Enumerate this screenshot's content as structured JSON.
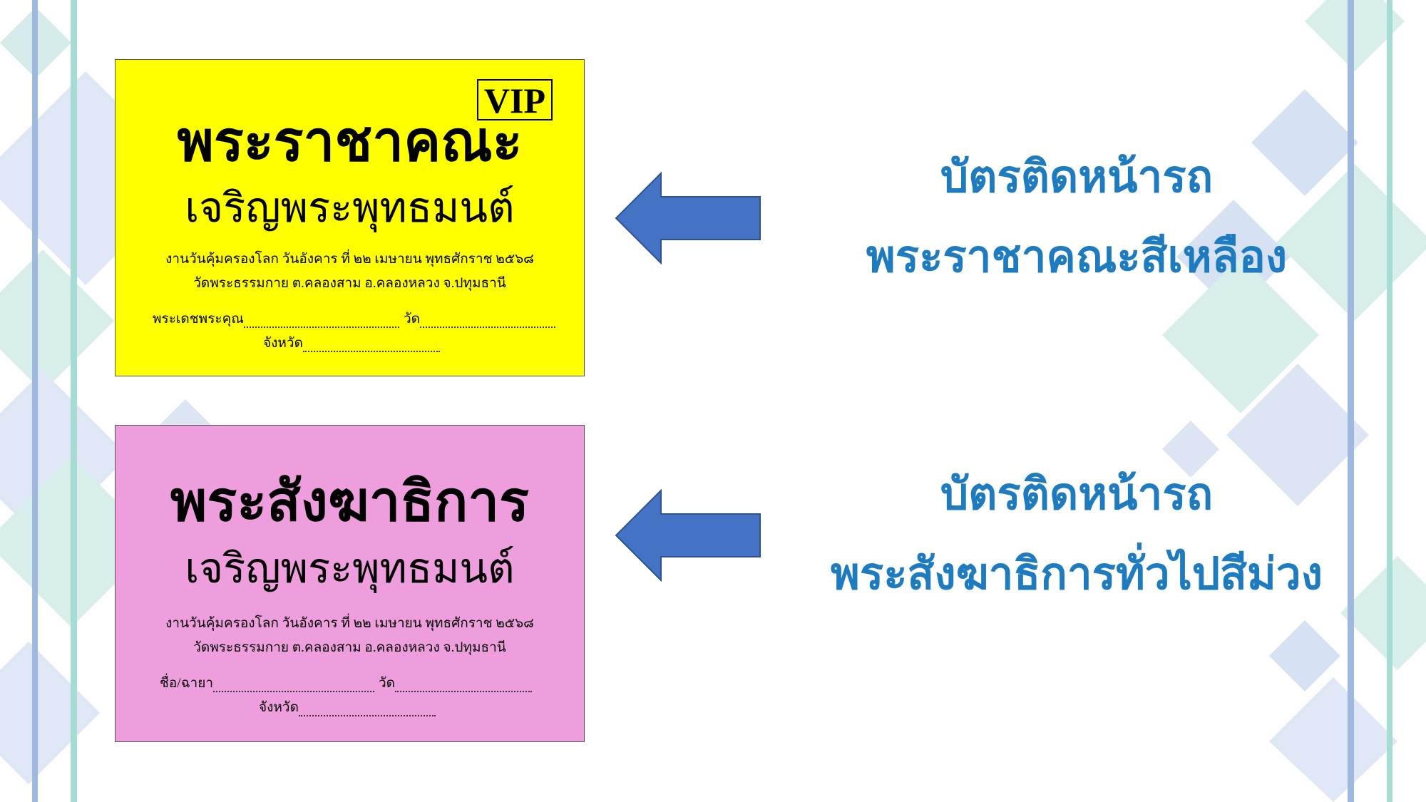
{
  "cards": {
    "yellow": {
      "badge": "VIP",
      "title": "พระราชาคณะ",
      "subtitle": "เจริญพระพุทธมนต์",
      "event_line": "งานวันคุ้มครองโลก  วันอังคาร ที่ ๒๒ เมษายน พุทธศักราช ๒๕๖๘",
      "location_line": "วัดพระธรรมกาย ต.คลองสาม อ.คลองหลวง จ.ปทุมธานี",
      "name_label": "พระเดชพระคุณ",
      "temple_label": "วัด",
      "province_label": "จังหวัด",
      "color": "#ffff00"
    },
    "pink": {
      "title": "พระสังฆาธิการ",
      "subtitle": "เจริญพระพุทธมนต์",
      "event_line": "งานวันคุ้มครองโลก  วันอังคาร ที่ ๒๒ เมษายน พุทธศักราช ๒๕๖๘",
      "location_line": "วัดพระธรรมกาย ต.คลองสาม อ.คลองหลวง จ.ปทุมธานี",
      "name_label": "ชื่อ/ฉายา",
      "temple_label": "วัด",
      "province_label": "จังหวัด",
      "color": "#ee9edd"
    }
  },
  "captions": {
    "yellow": {
      "line1": "บัตรติดหน้ารถ",
      "line2": "พระราชาคณะสีเหลือง"
    },
    "pink": {
      "line1": "บัตรติดหน้ารถ",
      "line2": "พระสังฆาธิการทั่วไปสีม่วง"
    }
  },
  "colors": {
    "caption": "#1f7bc0",
    "arrow": "#4472c4"
  },
  "icons": {
    "arrow": "left-arrow-icon"
  }
}
